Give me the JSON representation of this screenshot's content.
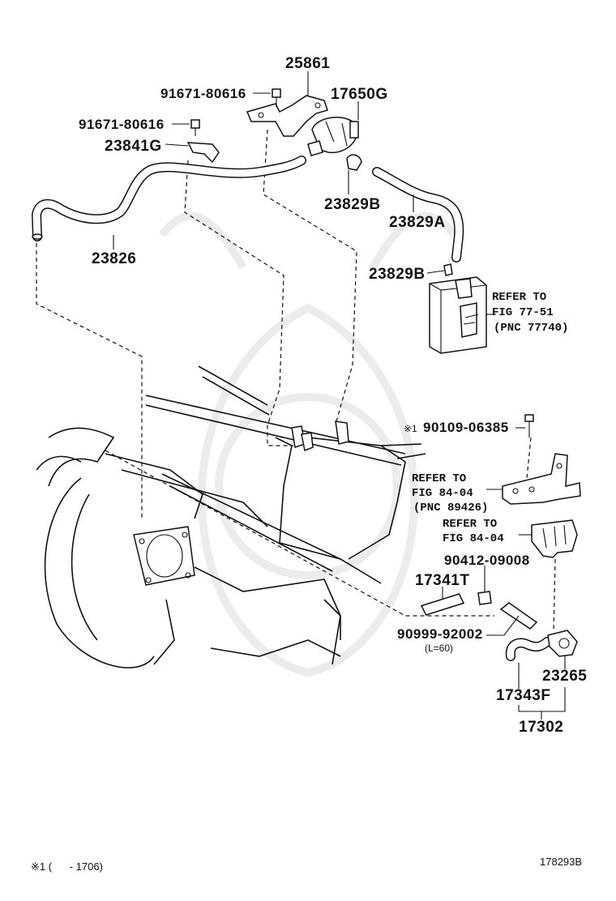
{
  "labels": {
    "p25861": "25861",
    "p91671a": "91671-80616",
    "p17650g": "17650G",
    "p91671b": "91671-80616",
    "p23841g": "23841G",
    "p23829b_top": "23829B",
    "p23829a": "23829A",
    "p23826": "23826",
    "p23829b_bot": "23829B",
    "p90109": "90109-06385",
    "p90109_mark": "※1",
    "p90412": "90412-09008",
    "p17341t": "17341T",
    "p90999": "90999-92002",
    "p90999_len": "(L=60)",
    "p23265": "23265",
    "p17343f": "17343F",
    "p17302": "17302"
  },
  "refs": {
    "r1_line1": "REFER TO",
    "r1_line2": "FIG 77-51",
    "r1_line3": "(PNC 77740)",
    "r2_line1": "REFER TO",
    "r2_line2": "FIG 84-04",
    "r2_line3": "(PNC 89426)",
    "r3_line1": "REFER TO",
    "r3_line2": "FIG 84-04"
  },
  "footer": {
    "note": "※1 (      - 1706)",
    "figure_id": "178293B"
  }
}
